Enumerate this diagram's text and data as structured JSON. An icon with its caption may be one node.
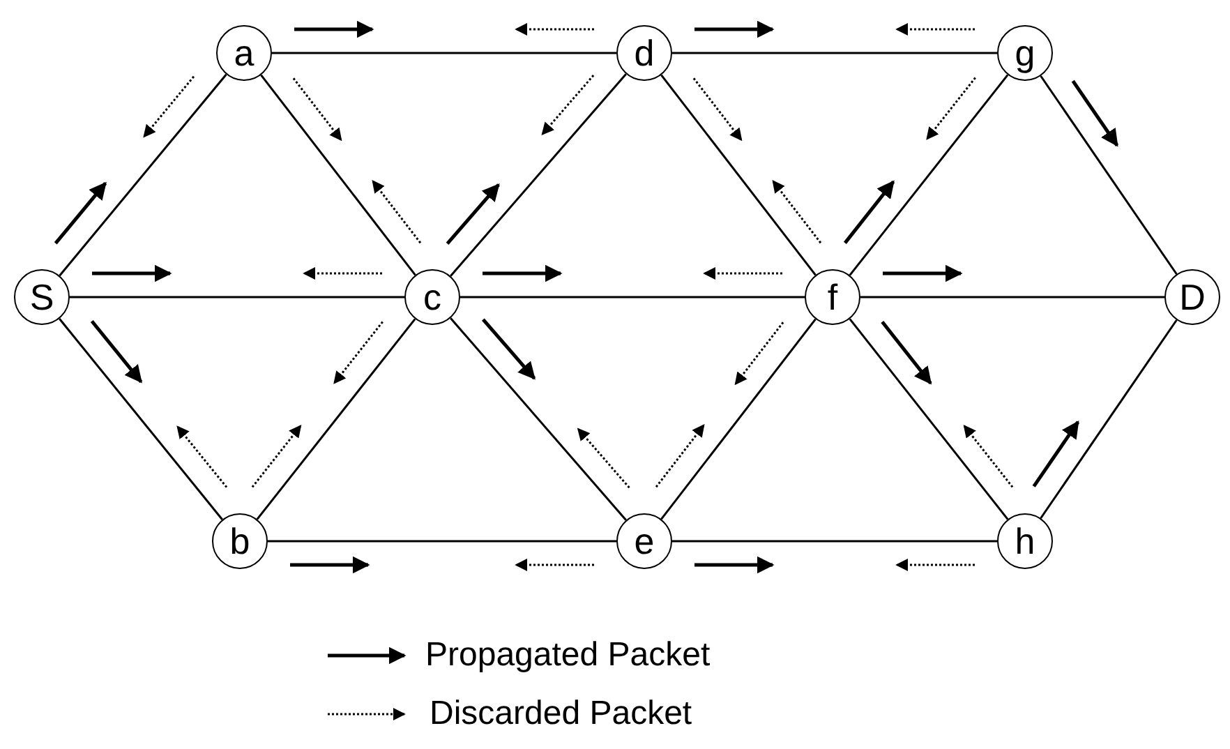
{
  "diagram": {
    "nodes": [
      {
        "text": [
          "a"
        ]
      },
      {
        "text": [
          "d"
        ]
      },
      {
        "text": [
          "g"
        ]
      },
      {
        "text": [
          "S"
        ]
      },
      {
        "text": [
          "c"
        ]
      },
      {
        "text": [
          "f"
        ]
      },
      {
        "text": [
          "D"
        ]
      },
      {
        "text": [
          "b"
        ]
      },
      {
        "text": [
          "e"
        ]
      },
      {
        "text": [
          "h"
        ]
      }
    ],
    "edges": [
      {
        "from": 3,
        "to": 0,
        "arrow": "none"
      },
      {
        "from": 3,
        "to": 4,
        "arrow": "none"
      },
      {
        "from": 3,
        "to": 7,
        "arrow": "none"
      },
      {
        "from": 0,
        "to": 1,
        "arrow": "none"
      },
      {
        "from": 0,
        "to": 4,
        "arrow": "none"
      },
      {
        "from": 1,
        "to": 2,
        "arrow": "none"
      },
      {
        "from": 1,
        "to": 4,
        "arrow": "none"
      },
      {
        "from": 1,
        "to": 5,
        "arrow": "none"
      },
      {
        "from": 2,
        "to": 5,
        "arrow": "none"
      },
      {
        "from": 2,
        "to": 6,
        "arrow": "none"
      },
      {
        "from": 4,
        "to": 5,
        "arrow": "none"
      },
      {
        "from": 4,
        "to": 7,
        "arrow": "none"
      },
      {
        "from": 4,
        "to": 8,
        "arrow": "none"
      },
      {
        "from": 5,
        "to": 6,
        "arrow": "none"
      },
      {
        "from": 5,
        "to": 8,
        "arrow": "none"
      },
      {
        "from": 5,
        "to": 9,
        "arrow": "none"
      },
      {
        "from": 7,
        "to": 8,
        "arrow": "none"
      },
      {
        "from": 8,
        "to": 9,
        "arrow": "none"
      },
      {
        "from": 9,
        "to": 6,
        "arrow": "none"
      }
    ],
    "legend": [
      {
        "text": "Propagated Packet"
      },
      {
        "text": "Discarded Packet"
      }
    ]
  }
}
